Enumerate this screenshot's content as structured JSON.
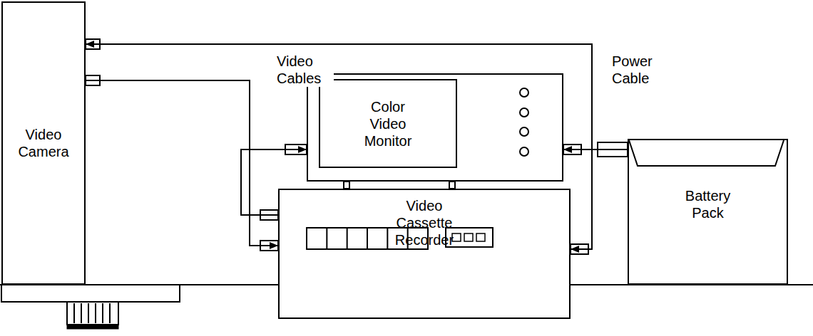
{
  "diagram": {
    "nodes": [
      {
        "text": [
          "Video Camera"
        ]
      },
      {
        "text": [
          "Color Video Monitor"
        ]
      },
      {
        "text": [
          "Video Cassette Recorder"
        ]
      },
      {
        "text": [
          "Battery Pack"
        ]
      }
    ],
    "edges": [
      {
        "from": 3,
        "to": 0,
        "arrow": "to"
      },
      {
        "from": 3,
        "to": 1,
        "arrow": "to"
      },
      {
        "from": 3,
        "to": 2,
        "arrow": "to"
      },
      {
        "from": 0,
        "to": 2,
        "arrow": "to"
      },
      {
        "from": 2,
        "to": 1,
        "arrow": "to"
      }
    ],
    "labels": [
      "Video Cables",
      "Power Cable"
    ]
  }
}
